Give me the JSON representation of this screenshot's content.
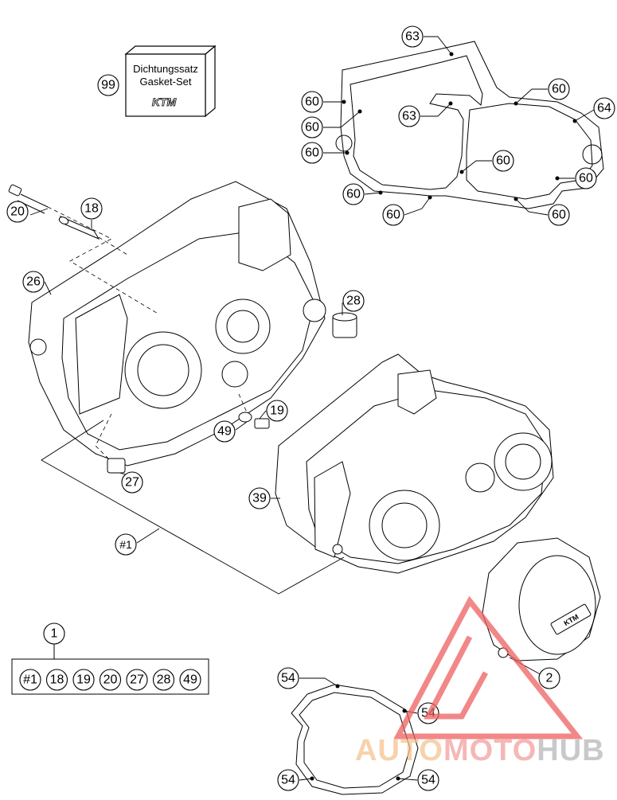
{
  "gasket_kit": {
    "line1": "Dichtungssatz",
    "line2": "Gasket-Set",
    "brand": "KTM",
    "ref": "99"
  },
  "callouts": {
    "c63a": "63",
    "c63b": "63",
    "c64": "64",
    "c60a": "60",
    "c60b": "60",
    "c60c": "60",
    "c60d": "60",
    "c60e": "60",
    "c60f": "60",
    "c60g": "60",
    "c60h": "60",
    "c60i": "60",
    "c20": "20",
    "c18": "18",
    "c26": "26",
    "c28": "28",
    "c19": "19",
    "c49": "49",
    "c27": "27",
    "c39": "39",
    "c1sub": "#1",
    "c1": "1",
    "c2": "2",
    "c54a": "54",
    "c54b": "54",
    "c54c": "54",
    "c54d": "54"
  },
  "kit_contents": [
    "#1",
    "18",
    "19",
    "20",
    "27",
    "28",
    "49"
  ],
  "cover_brand": "KTM",
  "watermark": {
    "auto": "AUTO",
    "moto": "MOTO",
    "hub": "HUB",
    "color_auto": "#f5c490",
    "color_moto": "#f3a0a0",
    "color_hub": "#b8b8b8",
    "triangle_color": "#ee6060"
  }
}
